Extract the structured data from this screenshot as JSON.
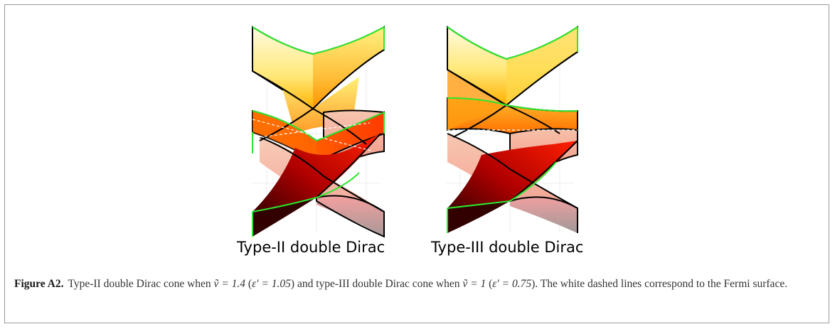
{
  "figure": {
    "panels": [
      {
        "label": "Type-II double Dirac"
      },
      {
        "label": "Type-III double Dirac"
      }
    ],
    "caption": {
      "label": "Figure A2.",
      "part1": "Type-II double Dirac cone when ",
      "v1": "ṽ = 1.4",
      "part2": " (",
      "e1": "ε′ = 1.05",
      "part3": ") and type-III double Dirac cone when ",
      "v2": "ṽ = 1",
      "part4": " (",
      "e2": "ε′ = 0.75",
      "part5": "). The white dashed lines correspond to the Fermi surface."
    },
    "colors": {
      "edge_outline": "#000000",
      "edge_highlight": "#2ee82e",
      "fermi_line": "#ffffff"
    }
  }
}
